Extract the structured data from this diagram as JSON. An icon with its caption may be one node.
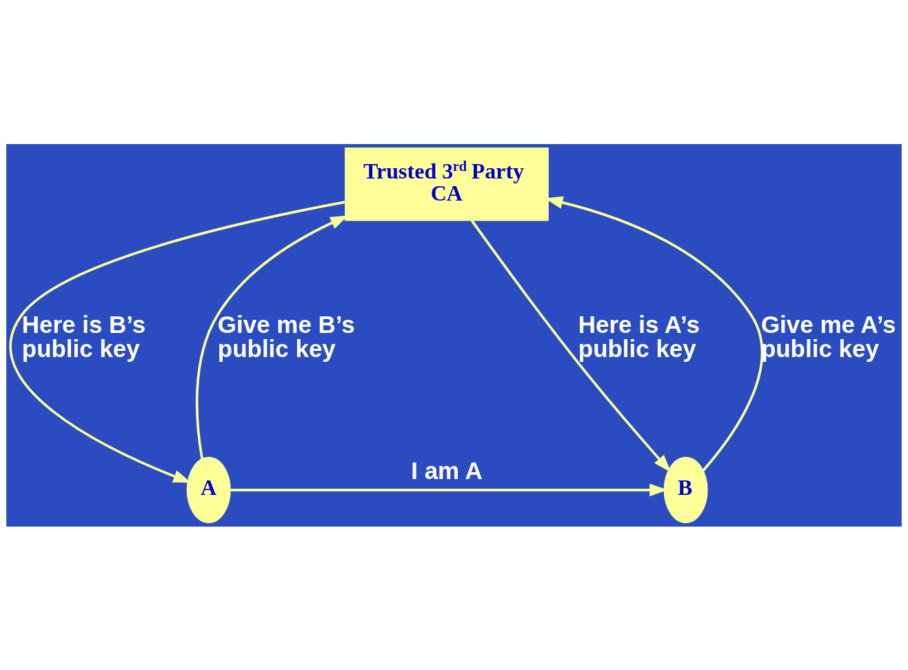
{
  "diagram": {
    "nodes": [
      {
        "text": [
          "Trusted 3$^{rd}$ Party CA"
        ]
      },
      {
        "text": [
          "A"
        ]
      },
      {
        "text": [
          "B"
        ]
      }
    ],
    "edges": [
      {
        "from": 1,
        "to": 0,
        "arrow": "to",
        "label": "Give me B’s public key"
      },
      {
        "from": 0,
        "to": 1,
        "arrow": "to",
        "label": "Here is B’s public key"
      },
      {
        "from": 0,
        "to": 2,
        "arrow": "to",
        "label": "Here is A’s public key"
      },
      {
        "from": 2,
        "to": 0,
        "arrow": "to",
        "label": "Give me A’s public key"
      },
      {
        "from": 1,
        "to": 2,
        "arrow": "to",
        "label": "I am A"
      }
    ]
  }
}
